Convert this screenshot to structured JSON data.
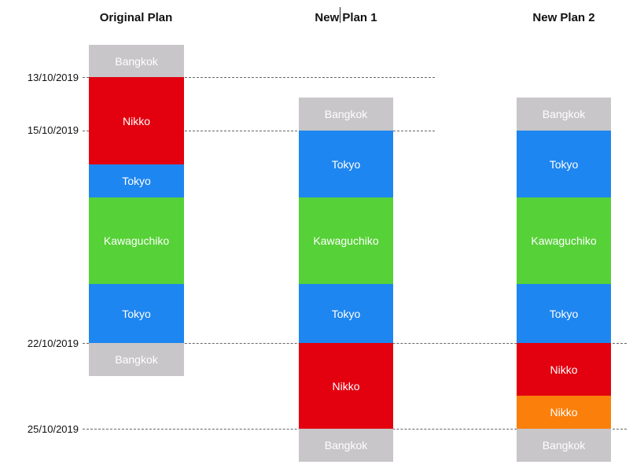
{
  "columns": {
    "original": {
      "title": "Original Plan",
      "segments": [
        {
          "label": "Bangkok",
          "color": "#c8c6c8",
          "text_color": "#ffffff"
        },
        {
          "label": "Nikko",
          "color": "#e3000f",
          "text_color": "#ffffff"
        },
        {
          "label": "Tokyo",
          "color": "#1e86f0",
          "text_color": "#ffffff"
        },
        {
          "label": "Kawaguchiko",
          "color": "#56d137",
          "text_color": "#ffffff"
        },
        {
          "label": "Tokyo",
          "color": "#1e86f0",
          "text_color": "#ffffff"
        },
        {
          "label": "Bangkok",
          "color": "#c8c6c8",
          "text_color": "#ffffff"
        }
      ]
    },
    "plan1": {
      "title": "New Plan 1",
      "segments": [
        {
          "label": "Bangkok",
          "color": "#c8c6c8",
          "text_color": "#ffffff"
        },
        {
          "label": "Tokyo",
          "color": "#1e86f0",
          "text_color": "#ffffff"
        },
        {
          "label": "Kawaguchiko",
          "color": "#56d137",
          "text_color": "#ffffff"
        },
        {
          "label": "Tokyo",
          "color": "#1e86f0",
          "text_color": "#ffffff"
        },
        {
          "label": "Nikko",
          "color": "#e3000f",
          "text_color": "#ffffff"
        },
        {
          "label": "Bangkok",
          "color": "#c8c6c8",
          "text_color": "#ffffff"
        }
      ]
    },
    "plan2": {
      "title": "New Plan 2",
      "segments": [
        {
          "label": "Bangkok",
          "color": "#c8c6c8",
          "text_color": "#ffffff"
        },
        {
          "label": "Tokyo",
          "color": "#1e86f0",
          "text_color": "#ffffff"
        },
        {
          "label": "Kawaguchiko",
          "color": "#56d137",
          "text_color": "#ffffff"
        },
        {
          "label": "Tokyo",
          "color": "#1e86f0",
          "text_color": "#ffffff"
        },
        {
          "label": "Nikko",
          "color": "#e3000f",
          "text_color": "#ffffff"
        },
        {
          "label": "Nikko",
          "color": "#fb7f0b",
          "text_color": "#ffffff"
        },
        {
          "label": "Bangkok",
          "color": "#c8c6c8",
          "text_color": "#ffffff"
        }
      ]
    }
  },
  "dates": [
    "13/10/2019",
    "15/10/2019",
    "22/10/2019",
    "25/10/2019"
  ]
}
